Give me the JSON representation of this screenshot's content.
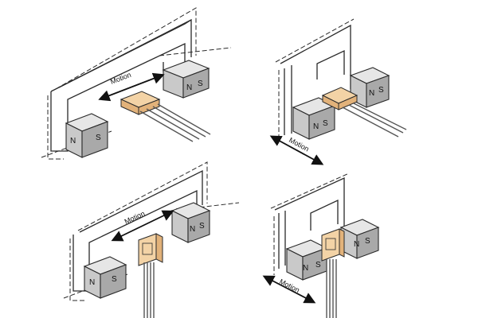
{
  "panels": [
    {
      "id": "panel-1",
      "motion_label": "Motion",
      "poles": [
        "N",
        "S",
        "N",
        "S"
      ]
    },
    {
      "id": "panel-2",
      "motion_label": "Motion",
      "poles": [
        "N",
        "S",
        "N",
        "S"
      ]
    },
    {
      "id": "panel-3",
      "motion_label": "Motion",
      "poles": [
        "N",
        "S",
        "N",
        "S"
      ]
    },
    {
      "id": "panel-4",
      "motion_label": "Motion",
      "poles": [
        "N",
        "S",
        "N",
        "S"
      ]
    }
  ],
  "colors": {
    "sensor_light": "#f3d3a6",
    "sensor_dark": "#e2b27a",
    "magnet_top": "#e6e6e6",
    "magnet_front": "#c9c9c9",
    "magnet_side": "#a9a9a9"
  },
  "icons": [
    "double-headed-arrow-icon",
    "hall-sensor-icon",
    "magnet-block-icon"
  ]
}
